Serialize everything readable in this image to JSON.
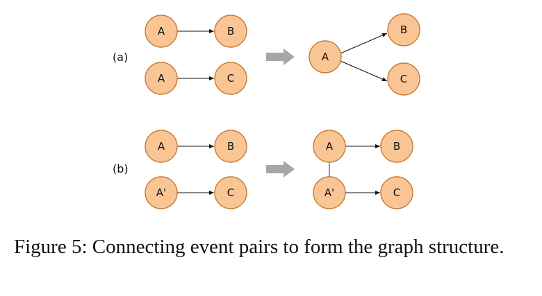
{
  "panels": [
    {
      "label": "(a)",
      "left": [
        {
          "from": "A",
          "to": "B"
        },
        {
          "from": "A",
          "to": "C"
        }
      ],
      "right": {
        "source": "A",
        "targets": [
          "B",
          "C"
        ]
      }
    },
    {
      "label": "(b)",
      "left": [
        {
          "from": "A",
          "to": "B"
        },
        {
          "from": "A'",
          "to": "C"
        }
      ],
      "right": {
        "pairs": [
          {
            "from": "A",
            "to": "B"
          },
          {
            "from": "A'",
            "to": "C"
          }
        ],
        "linked": [
          "A",
          "A'"
        ]
      }
    }
  ],
  "colors": {
    "node_fill": "#f9c595",
    "node_stroke": "#c77a33",
    "transform_arrow": "#a6a6a6"
  },
  "caption": "Figure 5:  Connecting event pairs to form the graph structure."
}
